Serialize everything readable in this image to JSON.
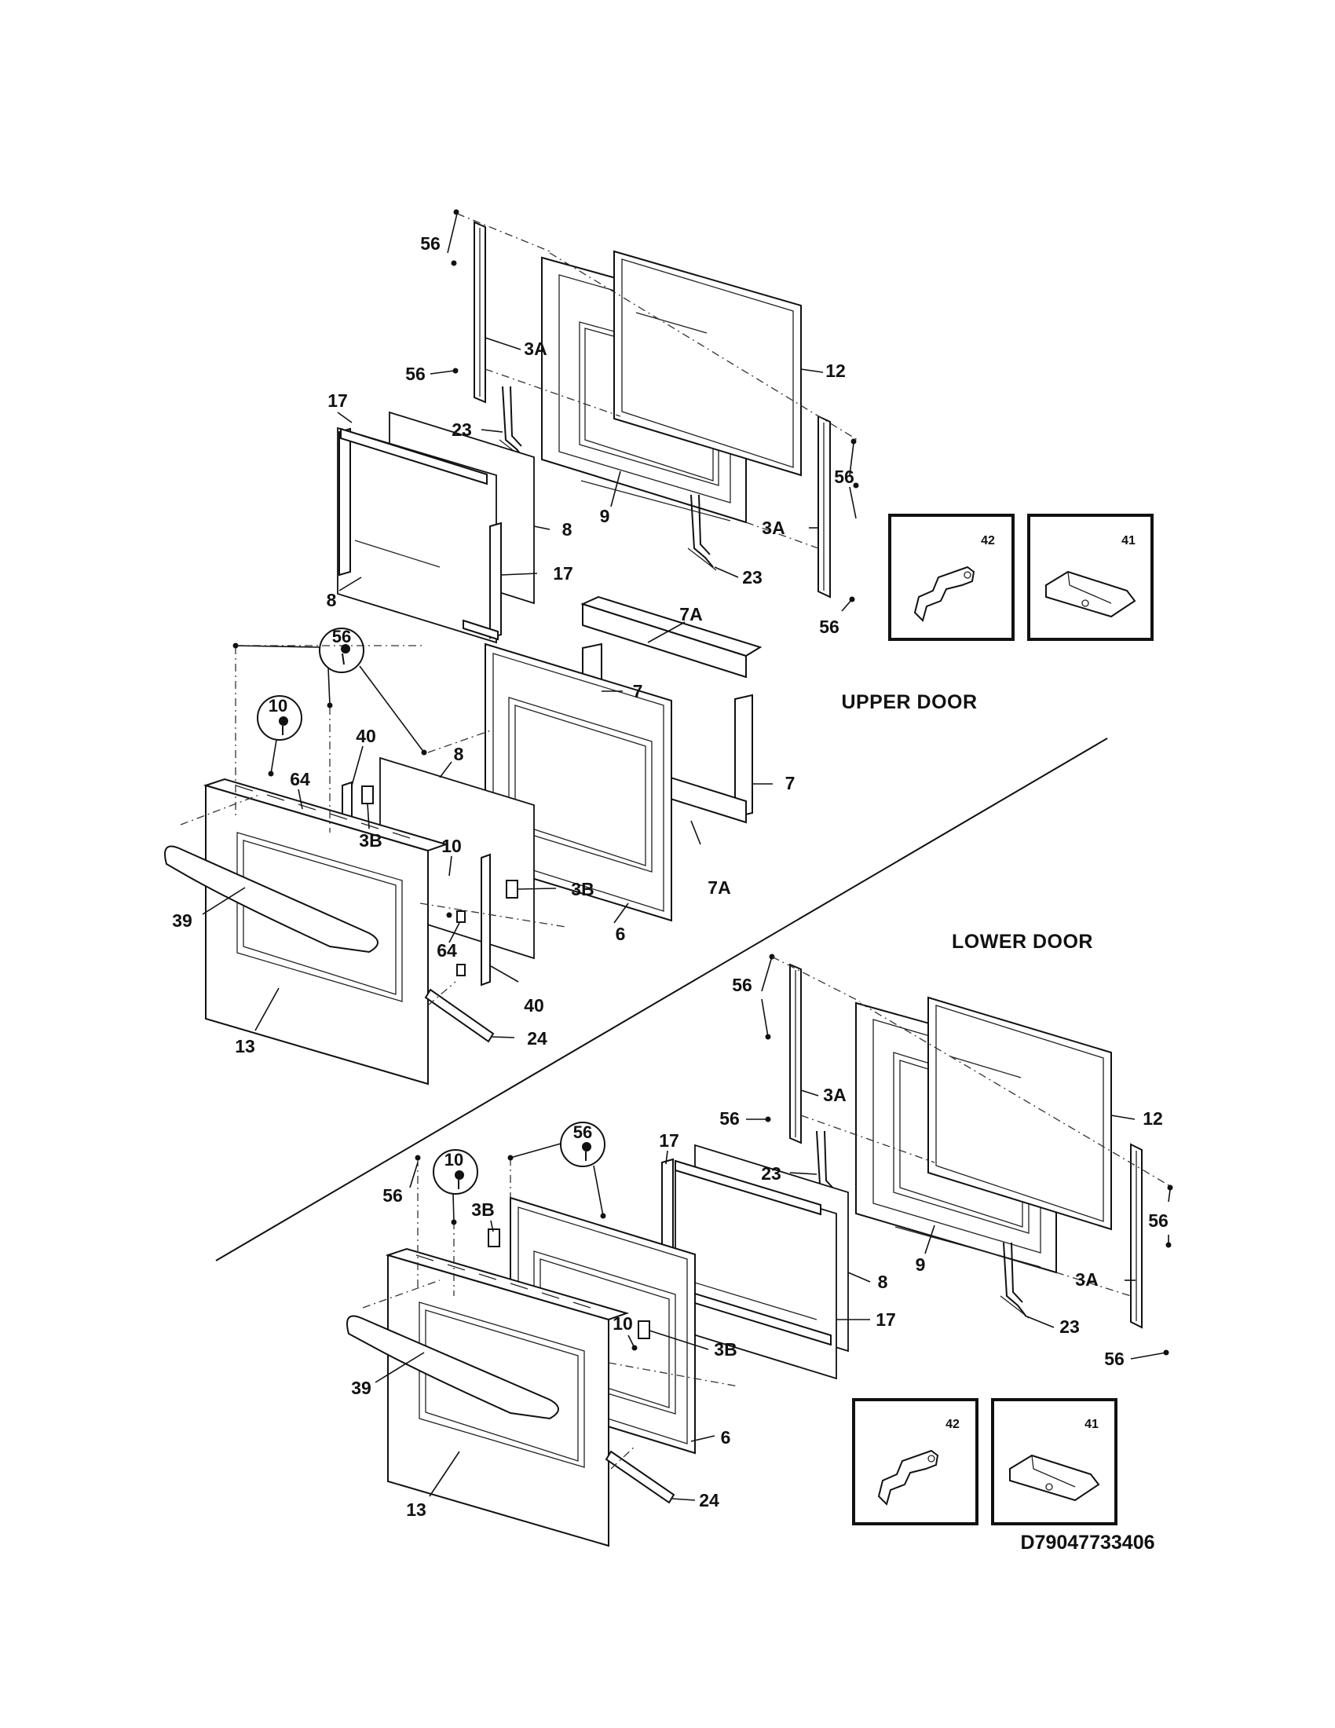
{
  "sections": {
    "upper_title": "UPPER DOOR",
    "lower_title": "LOWER DOOR"
  },
  "drawing_id": "D79047733406",
  "upper_labels": {
    "l56a": "56",
    "l3aa": "3A",
    "l56b": "56",
    "l12": "12",
    "l17a": "17",
    "l23a": "23",
    "l56c": "56",
    "l8a": "8",
    "l9": "9",
    "l3ab": "3A",
    "l17b": "17",
    "l23b": "23",
    "l8b": "8",
    "l56d": "56",
    "l7aa": "7A",
    "l7a": "7",
    "l56e": "56",
    "l10a": "10",
    "l40a": "40",
    "l8c": "8",
    "l64a": "64",
    "l7b": "7",
    "l3ba": "3B",
    "l10b": "10",
    "l3bb": "3B",
    "l7ab": "7A",
    "l39": "39",
    "l6": "6",
    "l64b": "64",
    "l40b": "40",
    "l13": "13",
    "l24": "24"
  },
  "lower_labels": {
    "l56a": "56",
    "l3aa": "3A",
    "l12": "12",
    "l56b": "56",
    "l17a": "17",
    "l23a": "23",
    "l56c": "56",
    "l10a": "10",
    "l56d": "56",
    "l3ba": "3B",
    "l9": "9",
    "l8": "8",
    "l3ab": "3A",
    "l17b": "17",
    "l23b": "23",
    "l10b": "10",
    "l3bb": "3B",
    "l56e": "56",
    "l39": "39",
    "l6": "6",
    "l13": "13",
    "l24": "24"
  },
  "insets": {
    "upper_42": "42",
    "upper_41": "41",
    "lower_42": "42",
    "lower_41": "41"
  }
}
